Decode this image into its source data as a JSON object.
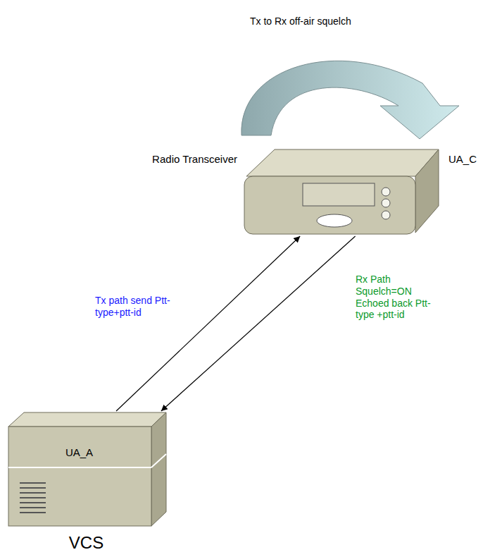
{
  "diagram": {
    "nodes": [
      {
        "text": [
          "Radio Transceiver",
          "UA_C"
        ]
      },
      {
        "text": [
          "UA_A",
          "VCS"
        ]
      }
    ],
    "edges": [
      {
        "from": 1,
        "to": 0,
        "arrow": "to",
        "label": "Tx path send Ptt-type+ptt-id"
      },
      {
        "from": 0,
        "to": 1,
        "arrow": "to",
        "label": "Rx Path Squelch=ON Echoed back Ptt-type +ptt-id"
      }
    ],
    "labels": [
      "Tx to Rx off-air squelch"
    ]
  }
}
